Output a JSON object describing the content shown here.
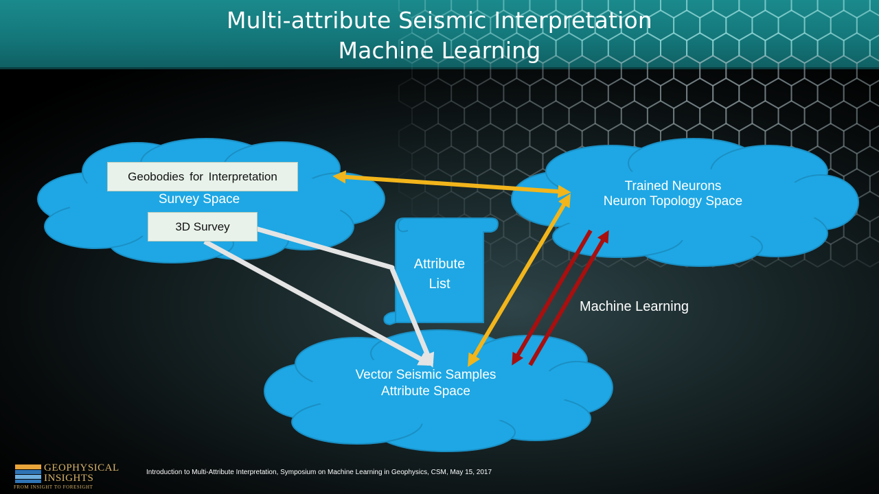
{
  "title": {
    "line1": "Multi-attribute Seismic Interpretation",
    "line2": "Machine Learning"
  },
  "survey_cloud": {
    "geobodies_label": "Geobodies for Interpretation",
    "space_label": "Survey Space",
    "survey_label": "3D Survey"
  },
  "neuron_cloud": {
    "line1": "Trained Neurons",
    "line2": "Neuron Topology Space"
  },
  "attribute_cloud": {
    "line1": "Vector Seismic Samples",
    "line2": "Attribute Space"
  },
  "attribute_list": {
    "line1": "Attribute",
    "line2": "List"
  },
  "machine_learning_label": "Machine Learning",
  "footer": "Introduction to Multi-Attribute Interpretation, Symposium on Machine Learning in Geophysics, CSM, May 15, 2017",
  "logo": {
    "name_line1": "Geophysical",
    "name_line2": "Insights",
    "tagline": "From Insight to Foresight"
  },
  "colors": {
    "cloud": "#1ea7e4",
    "cloud_edge": "#1b8fc4",
    "header": "#168085",
    "yellow_arrow": "#f2b51b",
    "red_arrow": "#a80f0f",
    "white_arrow": "#e4e4e4",
    "box_fill": "#e8f2ea"
  }
}
